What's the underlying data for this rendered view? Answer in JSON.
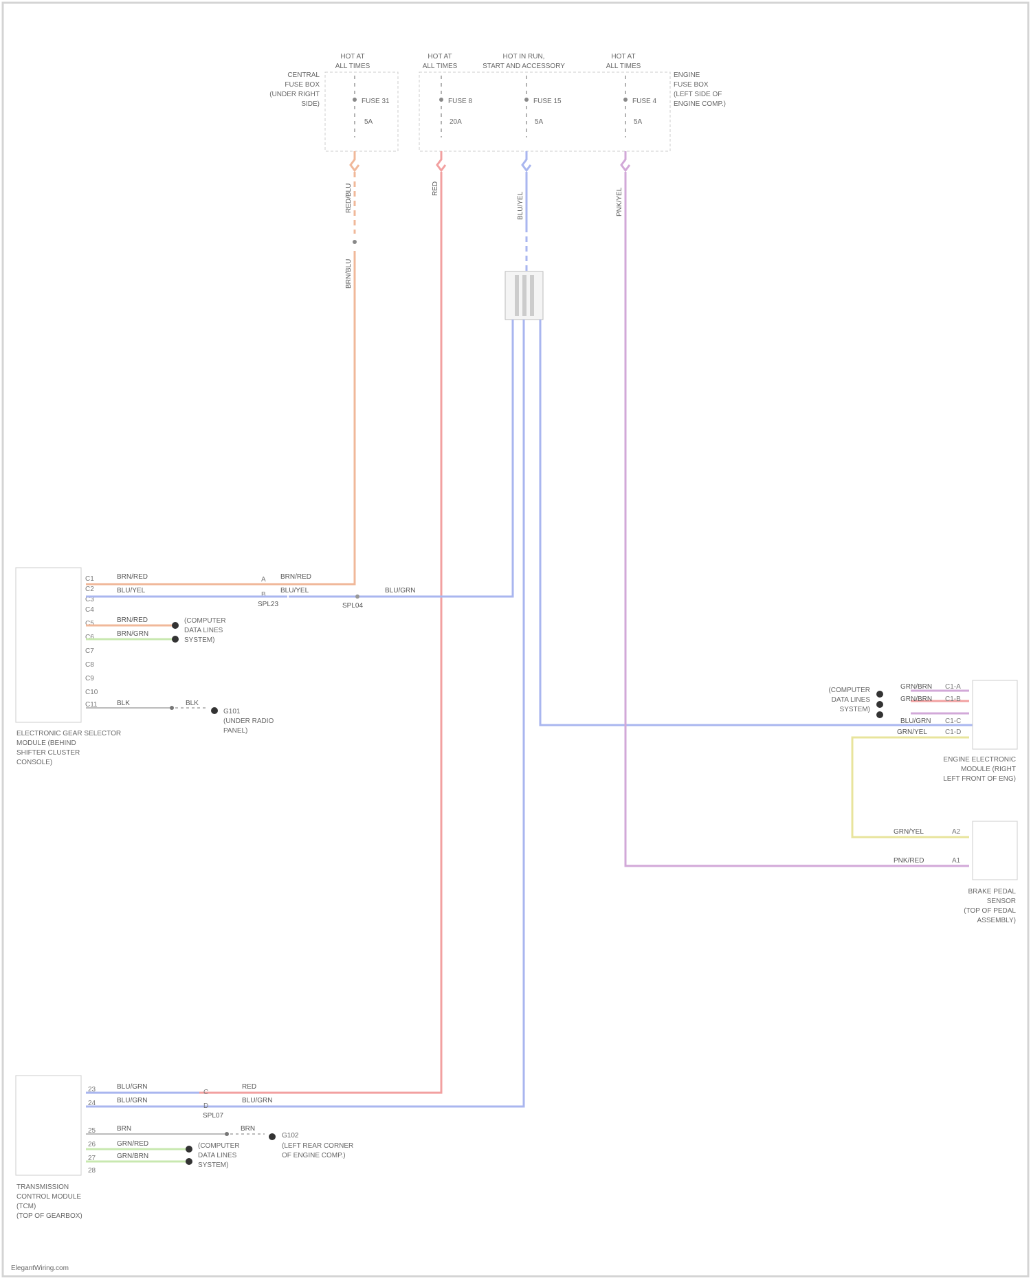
{
  "title": "",
  "fuse_blocks": [
    {
      "hdr1": "HOT AT",
      "hdr2": "ALL TIMES",
      "desc": [
        "CENTRAL",
        "FUSE BOX",
        "(UNDER RIGHT",
        "SIDE)"
      ],
      "fuse": "FUSE 31",
      "amp": "5A"
    },
    {
      "hdr1": "HOT AT",
      "hdr2": "ALL TIMES",
      "fuse": "FUSE 8",
      "amp": "20A"
    },
    {
      "hdr1": "HOT IN RUN,",
      "hdr2": "START AND ACCESSORY",
      "fuse": "FUSE 15",
      "amp": "5A"
    },
    {
      "hdr1": "HOT AT",
      "hdr2": "ALL TIMES",
      "desc": [
        "ENGINE",
        "FUSE BOX",
        "(LEFT SIDE OF",
        "ENGINE COMP.)"
      ],
      "fuse": "FUSE 4",
      "amp": "5A"
    }
  ],
  "wires": {
    "w1_top": "RED/BLU",
    "w1_bot": "BRN/BLU",
    "w2": "RED",
    "w3": "BLU/YEL",
    "w4": "PNK/YEL"
  },
  "module_left": {
    "title": [
      "ELECTRONIC GEAR SELECTOR",
      "MODULE (BEHIND",
      "SHIFTER CLUSTER",
      "CONSOLE)"
    ],
    "pins": [
      "C1",
      "C2",
      "C3",
      "C4",
      "C5",
      "C6",
      "C7",
      "C8",
      "C9",
      "C10",
      "C11"
    ],
    "wire_a": "BRN/RED",
    "wire_b": "BLU/YEL",
    "wire_c": "BRN/RED",
    "wire_d": "BRN/GRN",
    "wire_e": "BLK",
    "inline1": "BRN/RED",
    "inline2": "BLU/YEL",
    "inline3": "BLU/GRN",
    "splice1": "SPL23",
    "splice2": "SPL04",
    "g_wire": "BLK",
    "g_label": "G101",
    "g_desc": [
      "(UNDER RADIO",
      "PANEL)"
    ],
    "can": [
      "(COMPUTER",
      "DATA LINES",
      "SYSTEM)"
    ]
  },
  "module_right": {
    "title": [
      "ENGINE ELECTRONIC",
      "MODULE (RIGHT",
      "LEFT FRONT OF ENG)"
    ],
    "can": [
      "(COMPUTER",
      "DATA LINES",
      "SYSTEM)"
    ],
    "wire_a": "GRN/BRN",
    "wire_b": "GRN/BRN",
    "wire_c": "BLU/GRN",
    "wire_d": "GRN/YEL",
    "pins": [
      "C1-A",
      "C1-B",
      "C1-C",
      "C1-D"
    ]
  },
  "sensor": {
    "title": [
      "BRAKE PEDAL",
      "SENSOR",
      "(TOP OF PEDAL",
      "ASSEMBLY)"
    ],
    "wire_a": "GRN/YEL",
    "wire_b": "PNK/RED",
    "pin_a": "A2",
    "pin_b": "A1"
  },
  "module_bottom": {
    "title": [
      "TRANSMISSION",
      "CONTROL MODULE",
      "(TCM)",
      "(TOP OF GEARBOX)"
    ],
    "pins": [
      "23",
      "24",
      "25",
      "26",
      "27",
      "28"
    ],
    "wire_a": "BLU/GRN",
    "wire_b": "BLU/GRN",
    "wire_c": "RED",
    "wire_d": "BLU/GRN",
    "wire_e": "BRN",
    "wire_f": "GRN/RED",
    "wire_g": "GRN/BRN",
    "splice": "SPL07",
    "g_wire": "BRN",
    "g_label": "G102",
    "g_desc": [
      "(LEFT REAR CORNER",
      "OF ENGINE COMP.)"
    ],
    "can": [
      "(COMPUTER",
      "DATA LINES",
      "SYSTEM)"
    ]
  },
  "footer": "ElegantWiring.com",
  "colors": {
    "red": "#f2a0a0",
    "orange": "#f0b89a",
    "blue": "#a9b6ef",
    "purple": "#d2a8d8",
    "yellow": "#e8e49c",
    "green": "#c8e8b0",
    "gray": "#bbbbbb",
    "border": "#c8c8c8"
  }
}
